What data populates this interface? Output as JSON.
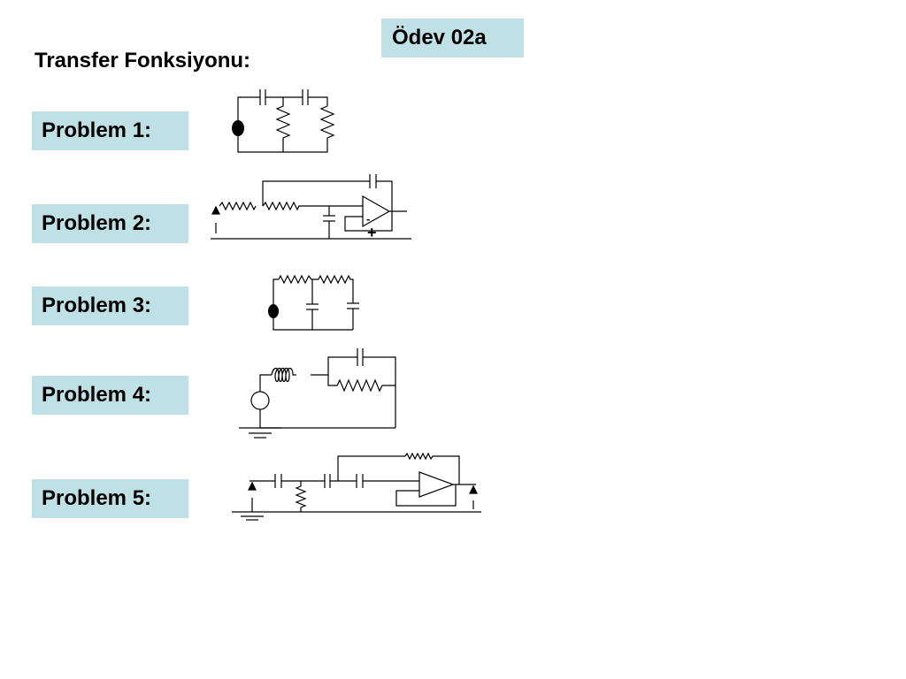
{
  "slide": {
    "title": "Ödev 02a",
    "heading": "Transfer Fonksiyonu:",
    "problems": [
      {
        "label": "Problem 1:"
      },
      {
        "label": "Problem 2:"
      },
      {
        "label": "Problem 3:"
      },
      {
        "label": "Problem 4:"
      },
      {
        "label": "Problem 5:"
      }
    ],
    "problem2_diagram": {
      "opamp_minus_sign": "-",
      "opamp_plus_sign": "+"
    }
  }
}
